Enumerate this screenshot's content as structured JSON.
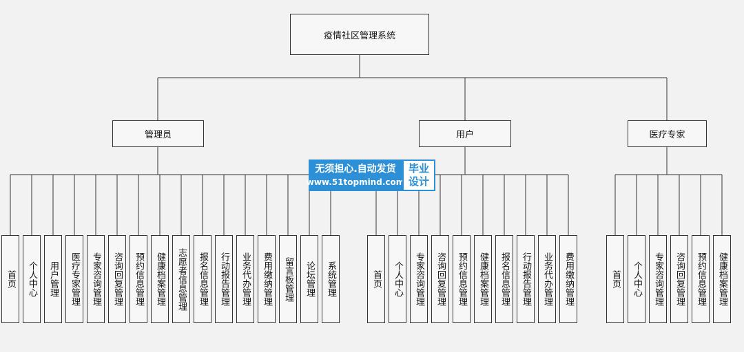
{
  "root": {
    "label": "疫情社区管理系统"
  },
  "groups": [
    {
      "label": "管理员",
      "children": [
        "首页",
        "个人中心",
        "用户管理",
        "医疗专家管理",
        "专家咨询管理",
        "咨询回复管理",
        "预约信息管理",
        "健康档案管理",
        "志愿者信息管理",
        "报名信息管理",
        "行动报告管理",
        "业务代办管理",
        "费用缴纳管理",
        "留言板管理",
        "论坛管理",
        "系统管理"
      ]
    },
    {
      "label": "用户",
      "children": [
        "首页",
        "个人中心",
        "专家咨询管理",
        "咨询回复管理",
        "预约信息管理",
        "健康档案管理",
        "报名信息管理",
        "行动报告管理",
        "业务代办管理",
        "费用缴纳管理"
      ]
    },
    {
      "label": "医疗专家",
      "children": [
        "首页",
        "个人中心",
        "专家咨询管理",
        "咨询回复管理",
        "预约信息管理",
        "健康档案管理"
      ]
    }
  ],
  "watermark": {
    "slogan": "无须担心.自动发货",
    "url": "www.51topmind.com",
    "badge_line1": "毕业",
    "badge_line2": "设计",
    "color": "#2d8fd6"
  }
}
